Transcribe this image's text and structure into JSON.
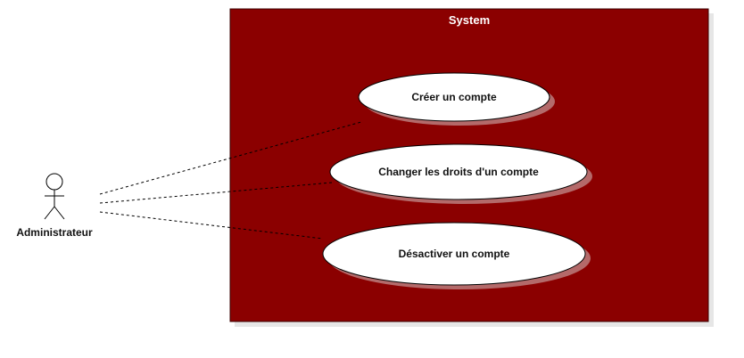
{
  "colors": {
    "system_fill": "#8b0000",
    "system_border": "#3a0000",
    "use_case_fill": "#ffffff",
    "use_case_shadow": "#b46a6a",
    "line": "#000000"
  },
  "system": {
    "title": "System"
  },
  "actor": {
    "label": "Administrateur",
    "icon": "stick-figure-actor-icon"
  },
  "use_cases": [
    {
      "label": "Créer un compte"
    },
    {
      "label": "Changer les droits d'un compte"
    },
    {
      "label": "Désactiver un compte"
    }
  ],
  "associations": [
    {
      "from": "Administrateur",
      "to": "Créer un compte",
      "style": "dashed"
    },
    {
      "from": "Administrateur",
      "to": "Changer les droits d'un compte",
      "style": "dashed"
    },
    {
      "from": "Administrateur",
      "to": "Désactiver un compte",
      "style": "dashed"
    }
  ]
}
